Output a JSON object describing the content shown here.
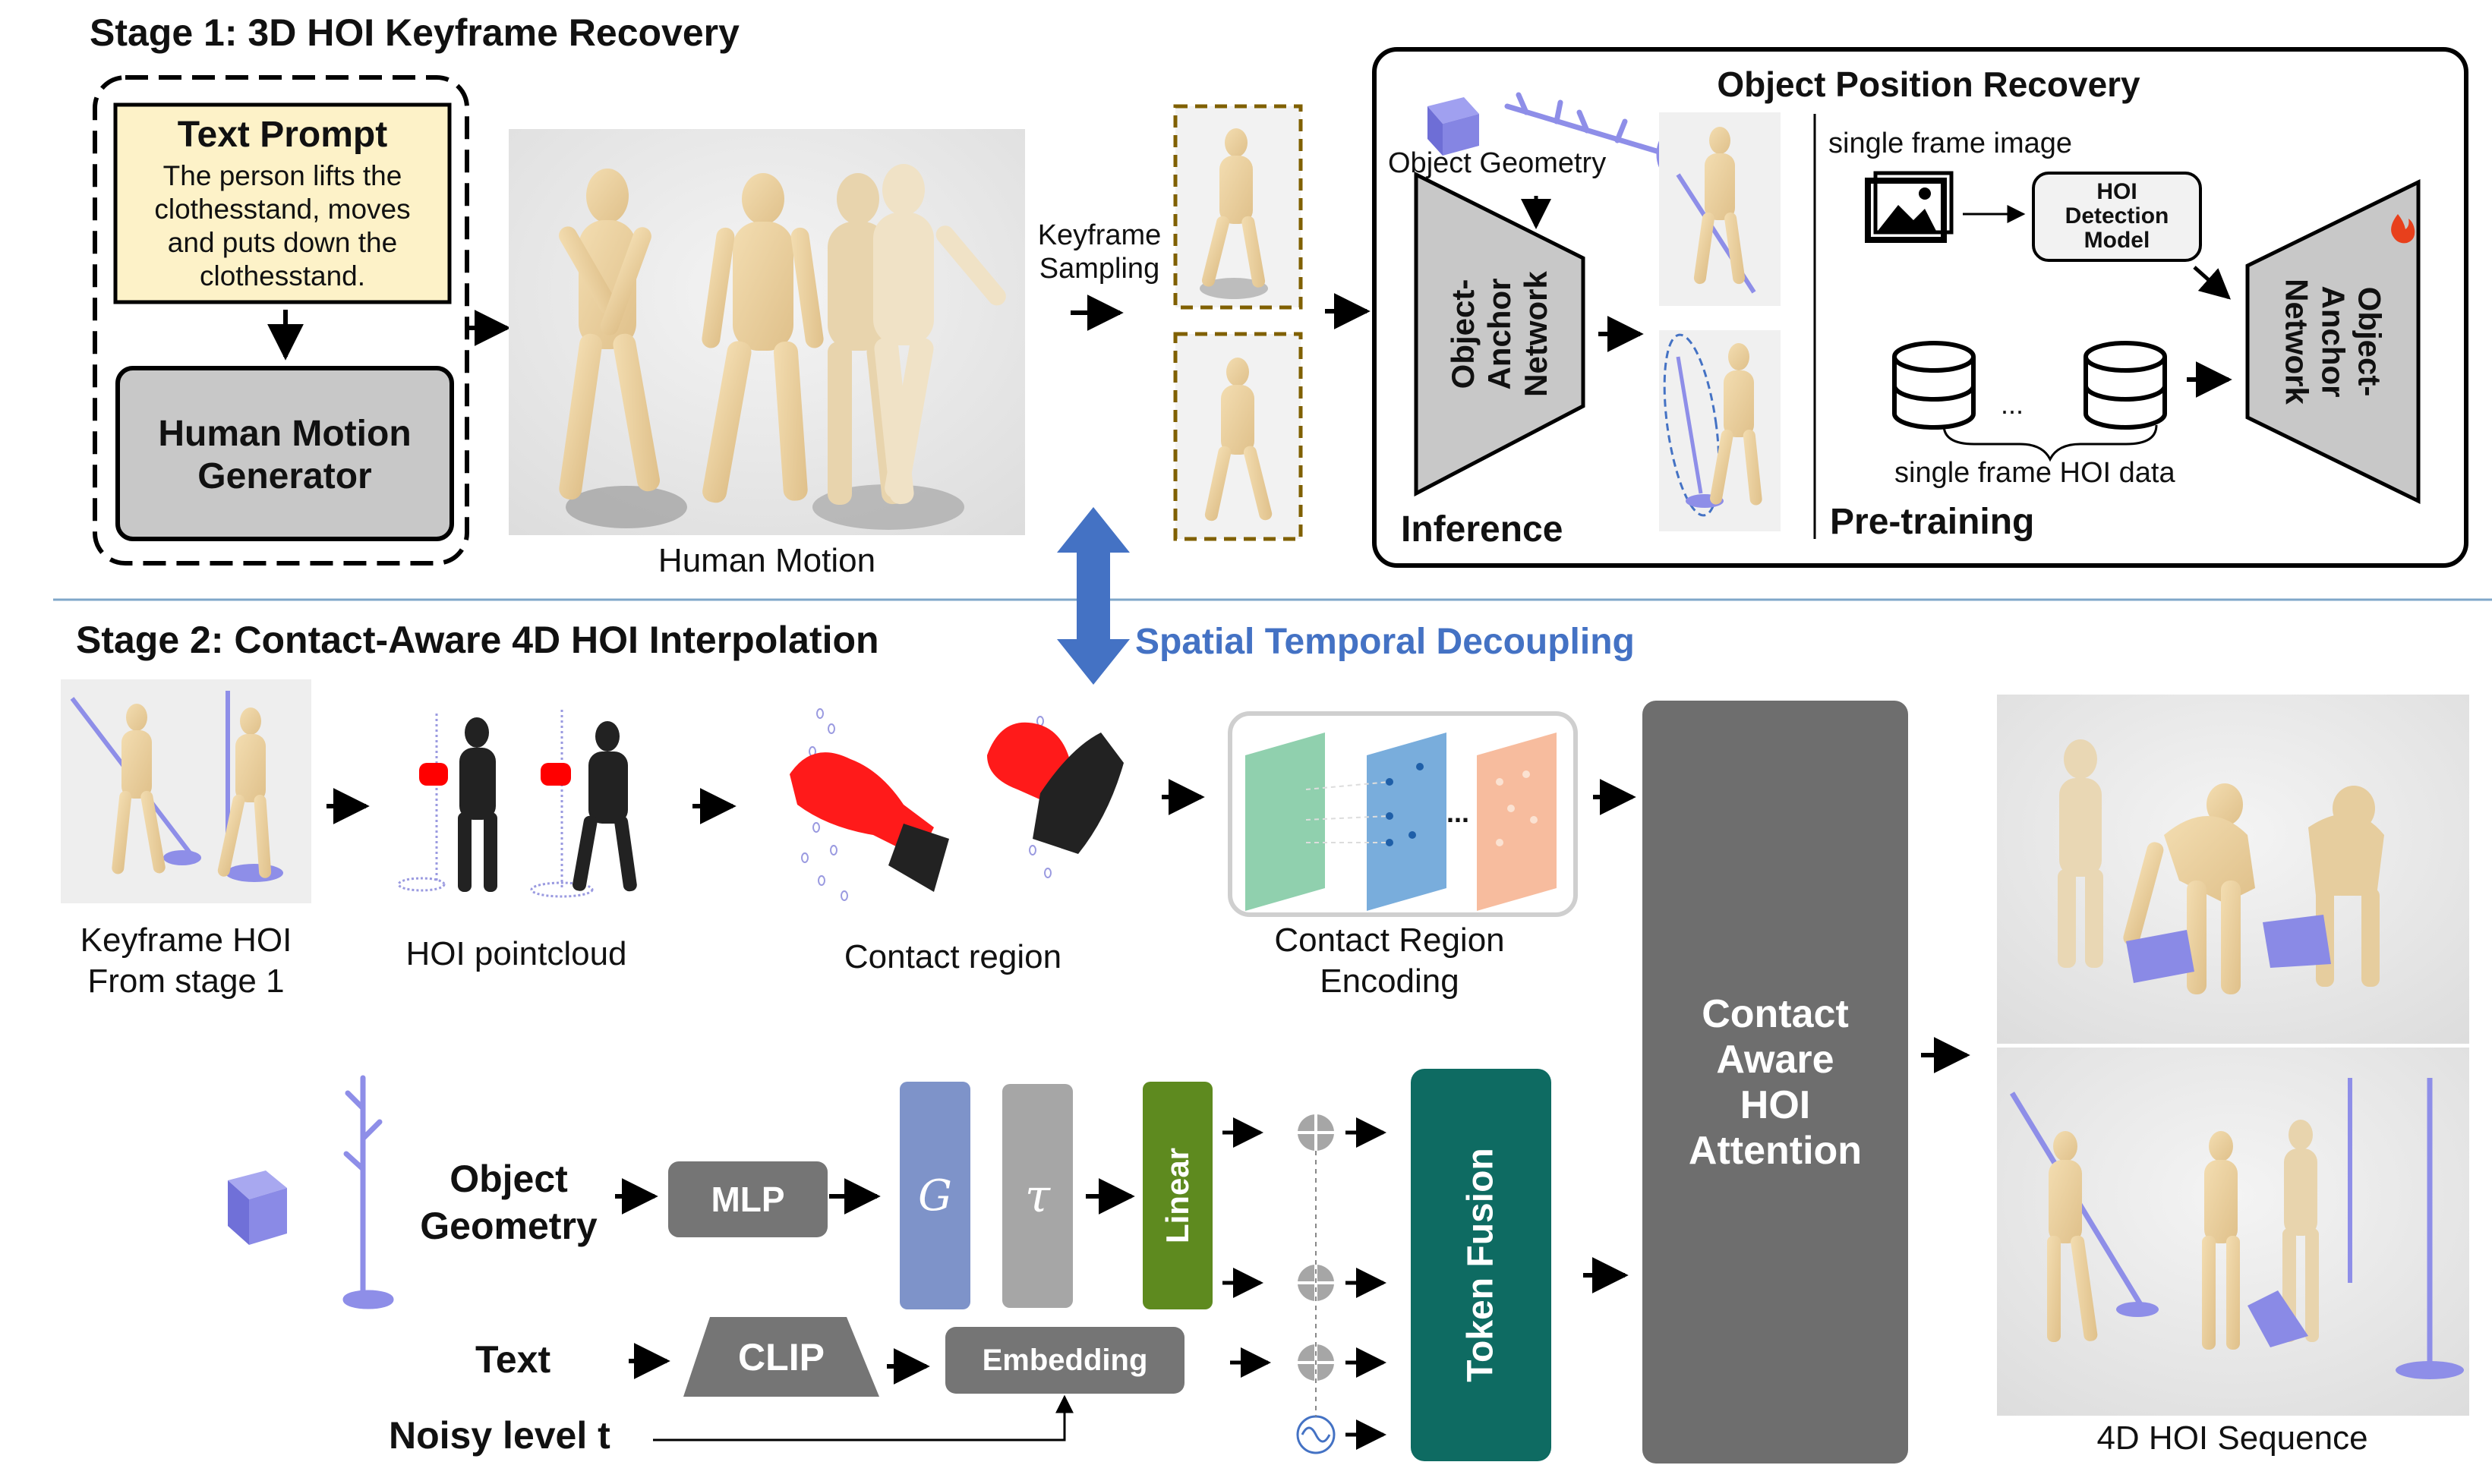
{
  "stage1": {
    "title": "Stage 1: 3D HOI Keyframe Recovery",
    "text_prompt_title": "Text Prompt",
    "text_prompt_body": "The person lifts the clothesstand, moves and puts down the clothesstand.",
    "human_motion_generator": "Human Motion Generator",
    "human_motion_caption": "Human Motion",
    "keyframe_sampling": "Keyframe Sampling",
    "object_position_recovery": {
      "title": "Object Position Recovery",
      "object_geometry": "Object Geometry",
      "network_label": "Object-Anchor Network",
      "inference_label": "Inference",
      "single_frame_image": "single frame image",
      "hoi_detection_model": "HOI Detection Model",
      "ellipsis": "...",
      "single_frame_hoi_data": "single frame HOI data",
      "pretraining_label": "Pre-training"
    }
  },
  "decoupling_label": "Spatial Temporal Decoupling",
  "stage2": {
    "title": "Stage 2: Contact-Aware 4D HOI Interpolation",
    "keyframe_hoi_caption": "Keyframe HOI From stage 1",
    "hoi_pointcloud_caption": "HOI pointcloud",
    "contact_region_caption": "Contact region",
    "contact_region_encoding_caption": "Contact Region Encoding",
    "encoding_ellipsis": "...",
    "object_geometry_label": "Object Geometry",
    "mlp_label": "MLP",
    "g_symbol": "G",
    "tau_symbol": "τ",
    "linear_label": "Linear",
    "text_label": "Text",
    "clip_label": "CLIP",
    "embedding_label": "Embedding",
    "noisy_level_label": "Noisy level t",
    "token_fusion_label": "Token Fusion",
    "attention_label": "Contact Aware HOI Attention",
    "output_caption": "4D HOI Sequence"
  },
  "colors": {
    "decoupling_blue": "#4472c4",
    "prompt_fill": "#fdf2c8",
    "dark_gray": "#757575",
    "attention_gray": "#6e6e6e",
    "g_blue": "#7e93c9",
    "tau_gray": "#a6a6a6",
    "linear_green": "#5e8a1f",
    "token_teal": "#0e6b62",
    "frame_brown": "#806000",
    "contact_red": "#ff0000",
    "object_purple": "#8e8ee8",
    "skin": "#e9cf9e"
  }
}
